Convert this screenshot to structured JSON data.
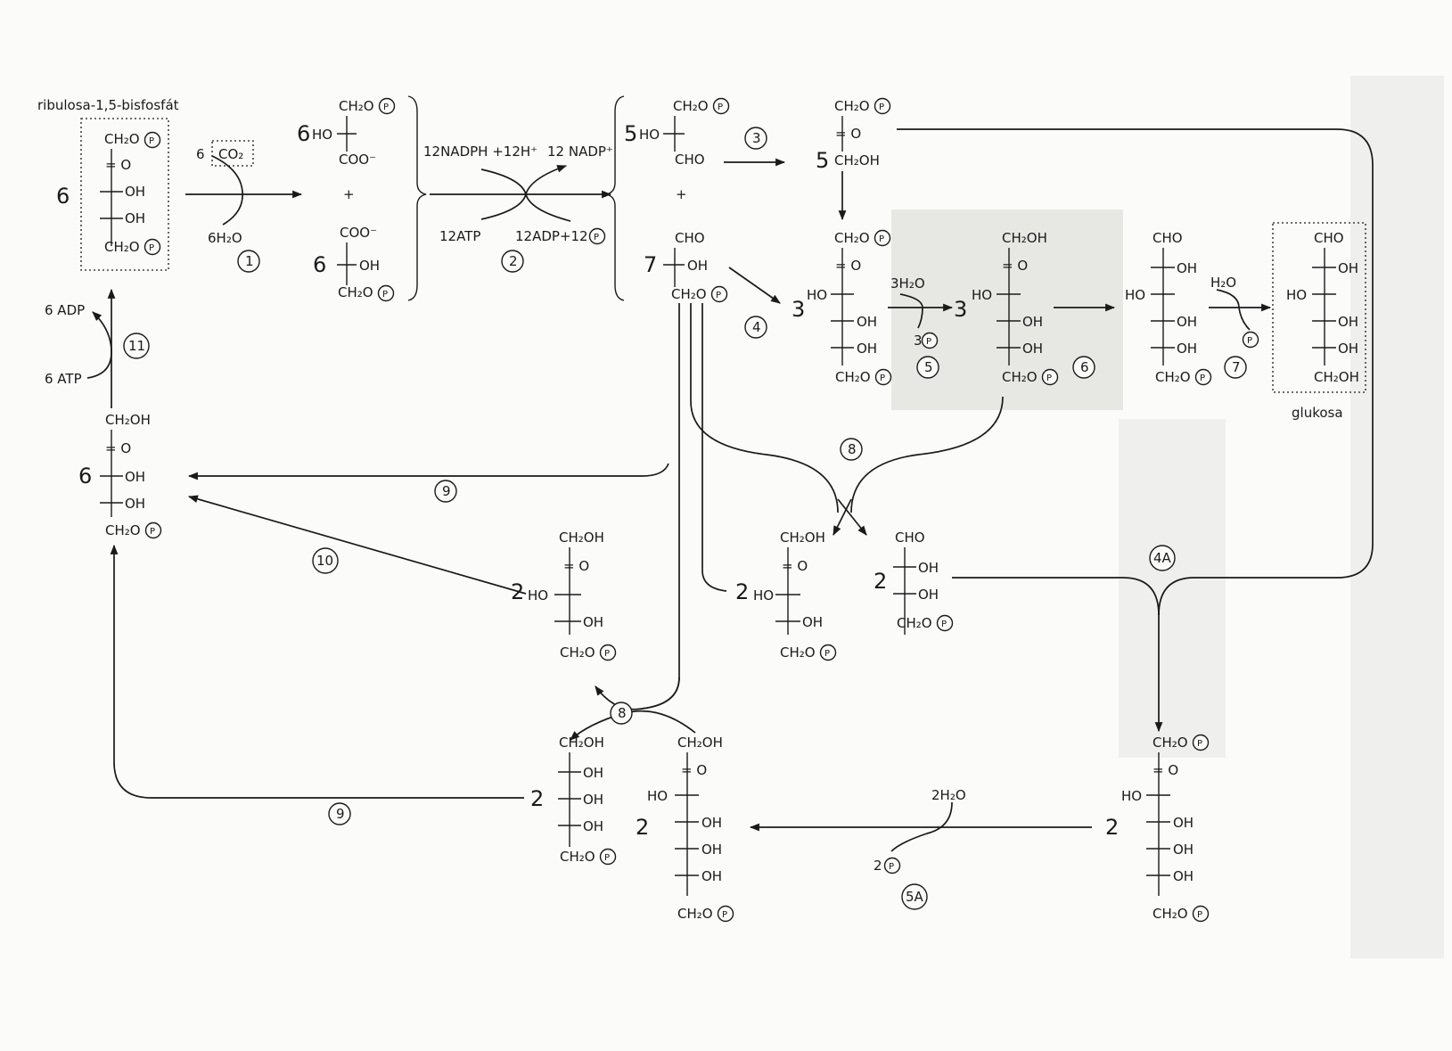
{
  "labels": {
    "rubp_name": "ribulosa-1,5-bisfosfát",
    "glucose_name": "glukosa"
  },
  "coefficients": {
    "rubp": "6",
    "pga_top": "6",
    "pga_bottom": "6",
    "gap": "5",
    "gap2": "7",
    "dhap": "5",
    "fbp": "3",
    "f6p": "3",
    "ru5p": "6",
    "xu5p_mid": "2",
    "f6p_left": "2",
    "x_mid": "2",
    "ery": "2",
    "ru5p_bottom": "2",
    "sbp": "2",
    "s7p": "2"
  },
  "reagents": {
    "co2_coef": "6",
    "co2": "CO₂",
    "water_in": "6H₂O",
    "nadph": "12NADPH +12H⁺",
    "nadp": "12 NADP⁺",
    "atp": "12ATP",
    "adp": "12ADP+12",
    "water3": "3H₂O",
    "pi3": "3",
    "water1": "H₂O",
    "adp6": "6 ADP",
    "atp6": "6 ATP",
    "water2": "2H₂O",
    "pi2": "2",
    "plus": "+"
  },
  "steps": {
    "s1": "1",
    "s2": "2",
    "s3": "3",
    "s4": "4",
    "s5": "5",
    "s6": "6",
    "s7": "7",
    "s8a": "8",
    "s8b": "8",
    "s9a": "9",
    "s9b": "9",
    "s10": "10",
    "s11": "11",
    "s4a": "4A",
    "s5a": "5A"
  },
  "groups": {
    "ch2op": "CH₂O",
    "ch2oh": "CH₂OH",
    "cho": "CHO",
    "coo": "COO⁻",
    "eq_o": "= O",
    "oh": "OH",
    "ho": "HO",
    "p": "P"
  }
}
